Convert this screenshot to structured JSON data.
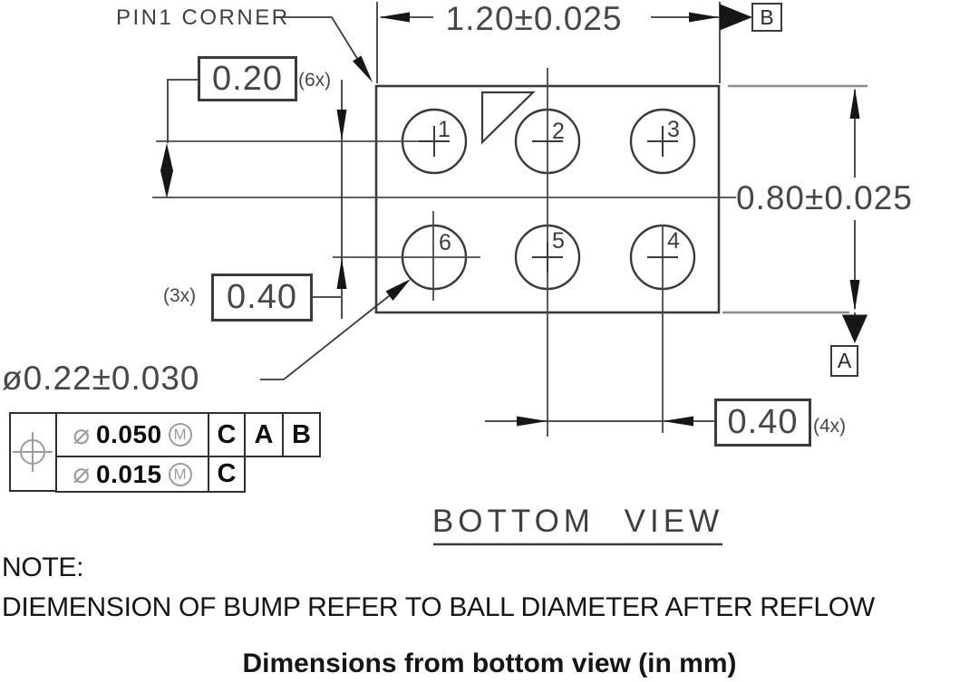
{
  "drawing": {
    "labels": {
      "pin1_corner": "PIN1 CORNER",
      "width_dim": "1.20±0.025",
      "height_dim": "0.80±0.025",
      "ball_diameter_dim": "ø0.22±0.030",
      "row_offset_value": "0.20",
      "row_offset_count": "(6x)",
      "row_pitch_count": "(3x)",
      "row_pitch_value": "0.40",
      "col_pitch_value": "0.40",
      "col_pitch_count": "(4x)",
      "datum_a": "A",
      "datum_b": "B",
      "title": "BOTTOM VIEW"
    },
    "balls": [
      {
        "label": "1"
      },
      {
        "label": "2"
      },
      {
        "label": "3"
      },
      {
        "label": "4"
      },
      {
        "label": "5"
      },
      {
        "label": "6"
      }
    ],
    "gdt_frame": {
      "position_symbol_icon": "position-crosshair-icon",
      "rows": [
        {
          "diameter_symbol": "⌀",
          "tolerance": "0.050",
          "material_modifier": "M",
          "datum_refs": [
            "C",
            "A",
            "B"
          ]
        },
        {
          "diameter_symbol": "⌀",
          "tolerance": "0.015",
          "material_modifier": "M",
          "datum_refs": [
            "C"
          ]
        }
      ]
    },
    "notes": {
      "heading": "NOTE:",
      "body": "DIEMENSION OF BUMP REFER TO BALL DIAMETER AFTER REFLOW",
      "caption": "Dimensions from bottom view (in mm)"
    },
    "colors": {
      "line": "#3a3a3a",
      "arrow_fill": "#161616",
      "extension_gray": "#8b8b8b",
      "gdt_symbol_gray": "#9c9c9c"
    }
  }
}
